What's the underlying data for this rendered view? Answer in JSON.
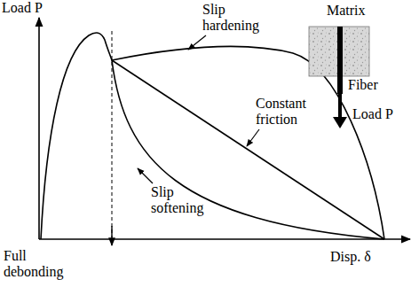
{
  "diagram": {
    "labels": [
      "Load P",
      "Slip hardening",
      "Matrix",
      "Fiber",
      "Load P",
      "Constant friction",
      "Slip softening",
      "Full debonding",
      "Disp. δ"
    ]
  }
}
